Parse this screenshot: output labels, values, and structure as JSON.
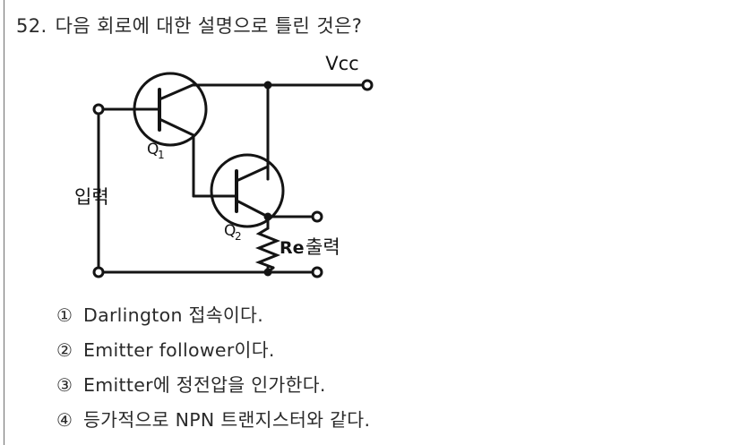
{
  "question": {
    "number": "52.",
    "text": "다음 회로에 대한 설명으로 틀린 것은?"
  },
  "circuit": {
    "title": "darlington-pair-emitter-follower",
    "labels": {
      "supply": "Vcc",
      "transistor1": "Q",
      "transistor1_sub": "1",
      "transistor2": "Q",
      "transistor2_sub": "2",
      "resistor": "Re",
      "input": "입력",
      "output": "출력"
    }
  },
  "options": [
    {
      "marker": "①",
      "text": "Darlington 접속이다."
    },
    {
      "marker": "②",
      "text": "Emitter follower이다."
    },
    {
      "marker": "③",
      "text": "Emitter에 정전압을 인가한다."
    },
    {
      "marker": "④",
      "text": "등가적으로 NPN 트랜지스터와 같다."
    }
  ],
  "colors": {
    "ink": "#1a1a1a",
    "text": "#2b2b2b",
    "rule": "#6f6f6f",
    "background": "#ffffff"
  }
}
